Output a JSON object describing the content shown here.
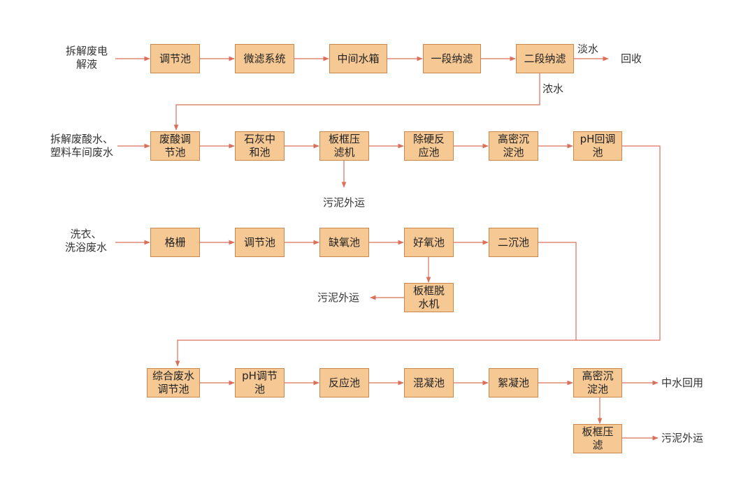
{
  "row1": {
    "source": "拆解废电\n解液",
    "boxes": [
      "调节池",
      "微滤系统",
      "中间水箱",
      "一段纳滤",
      "二段纳滤"
    ],
    "fresh_water_label": "淡水",
    "recovery_label": "回收",
    "concentrate_label": "浓水"
  },
  "row2": {
    "source": "拆解废酸水、\n塑料车间废水",
    "boxes": [
      "废酸调\n节池",
      "石灰中\n和池",
      "板框压\n滤机",
      "除硬反\n应池",
      "高密沉\n淀池",
      "pH回调\n池"
    ],
    "sludge_label": "污泥外运"
  },
  "row3": {
    "source": "洗衣、\n洗浴废水",
    "boxes": [
      "格栅",
      "调节池",
      "缺氧池",
      "好氧池",
      "二沉池"
    ],
    "dewater_box": "板框脱\n水机",
    "sludge_label": "污泥外运"
  },
  "row4": {
    "boxes": [
      "综合废水\n调节池",
      "pH调节\n池",
      "反应池",
      "混凝池",
      "絮凝池",
      "高密沉\n淀池"
    ],
    "reuse_label": "中水回用",
    "press_box": "板框压\n滤",
    "sludge_label": "污泥外运"
  },
  "colors": {
    "box_fill": "#f5c894",
    "box_border": "#c8884d",
    "arrow": "#d9705a",
    "text": "#333333"
  }
}
